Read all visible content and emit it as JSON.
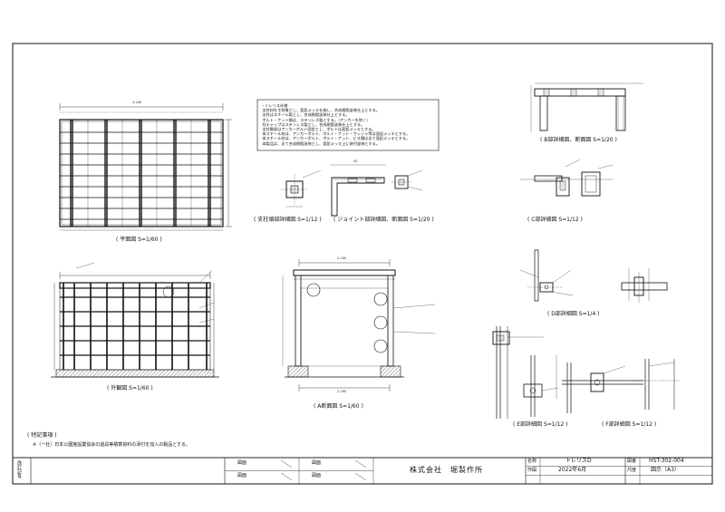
{
  "views": {
    "plan": "( 平面図 S=1/60 )",
    "elevation": "( 外観図 S=1/60 )",
    "section": "( A断面図 S=1/60 )",
    "col_detail": "( 支柱頭部詳細図 S=1/12 )",
    "joint_detail": "( ジョイント部詳細図、断面図 S=1/20 )",
    "b_detail": "( B部詳細図、断面図 S=1/20 )",
    "c_detail": "( C部詳細図 S=1/12 )",
    "d_detail": "( D部詳細図 S=1/4 )",
    "e_detail": "( E部詳細図 S=1/12 )",
    "f_detail": "( F部詳細図 S=1/12 )"
  },
  "dims": {
    "plan_width": "4,160",
    "section_width": "2,160",
    "section_width_bottom": "2,160",
    "joint_dim": "45"
  },
  "notes": {
    "title": "( 特記事項 )",
    "line1": "※（一社）日本公園施設業協会の遊具等積算資料の添付を加入の製品とする。"
  },
  "spec_box": "・トレリス仕様\n 支柱材を主材質とし、亜鉛メッキを施し、合成樹脂塗装仕上とする。\n 支柱はスチール製とし、合成樹脂塗装仕上とする。\n ボルト・ナット類は、ステンレス製とする。（アンカーを除く）\n 柱キャップはステンレス製とし、合成樹脂塗装仕上とする。\n 支柱脚部はアンカーボルト固定とし、ボルトは亜鉛メッキとする。\n 本スチール材は、アンカーボルト、ボルト・ナット・ワッシャ等は亜鉛メッキとする。\n 本スチール材は、アンカーボルト、ボルト・ナット、ビス類は全て亜鉛メッキとする。\n 本製品は、全て合成樹脂塗装とし、亜鉛メッキ上に焼付塗装とする。",
  "title_block": {
    "side_label": "改訂記号",
    "rev_label_1": "図面",
    "rev_label_2": "図面",
    "rev_label_3": "図面",
    "rev_label_4": "図面",
    "company": "株式会社　堀製作所",
    "name_label": "名称",
    "name_value": "トレリスD",
    "drawing_no_label": "図番",
    "drawing_no_value": "HST-302-004",
    "date_label": "作図",
    "date_value": "2022年6月",
    "scale_label": "尺度",
    "scale_value": "図示（A3）"
  }
}
